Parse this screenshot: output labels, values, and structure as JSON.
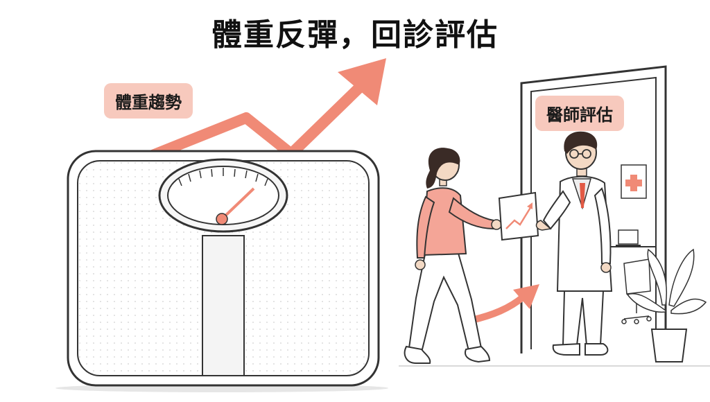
{
  "title": "體重反彈，回診評估",
  "labels": {
    "weight_trend": "體重趨勢",
    "doctor_assessment": "醫師評估"
  },
  "colors": {
    "accent": "#f08a76",
    "label_bg": "#f7c9bd",
    "line": "#333333",
    "skin": "#f3d9c4",
    "hair": "#3a2b26",
    "sweater": "#f4a597"
  },
  "icons": [
    "bathroom-scale-icon",
    "rising-arrow-icon",
    "medical-cross-icon",
    "potted-plant-icon",
    "laptop-icon",
    "office-chair-icon"
  ]
}
